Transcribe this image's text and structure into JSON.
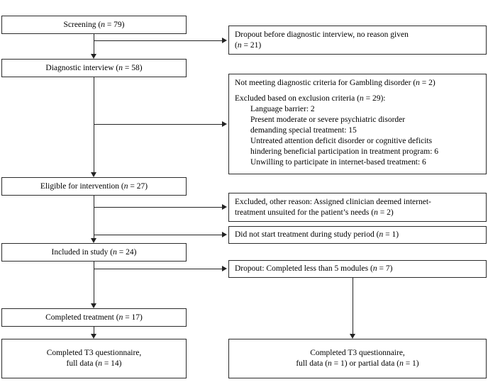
{
  "diagram": {
    "type": "consort-flow-diagram",
    "title": "",
    "colors": {
      "stroke": "#2b2b2b",
      "connector": "#232323",
      "background": "#ffffff",
      "text": "#000000"
    }
  },
  "main_flow": [
    {
      "id": "screening",
      "label": "Screening (n = 79)"
    },
    {
      "id": "diagnostic-interview",
      "label": "Diagnostic interview (n = 58)"
    },
    {
      "id": "eligible-for-intervention",
      "label": "Eligible for intervention (n = 27)"
    },
    {
      "id": "included-in-study",
      "label": "Included in study (n = 24)"
    },
    {
      "id": "completed-treatment",
      "label": "Completed treatment (n = 17)"
    }
  ],
  "outcomes": [
    {
      "id": "outcome-full-data",
      "line1": "Completed T3 questionnaire,",
      "line2": "full data (n = 14)"
    },
    {
      "id": "outcome-partial-data",
      "line1": "Completed T3 questionnaire,",
      "line2": "full data (n = 1) or partial data (n = 1)"
    }
  ],
  "exclusions": [
    {
      "id": "dropout-before-interview",
      "lines": [
        {
          "text": "Dropout before diagnostic interview, no reason given",
          "indent": false,
          "gap": false
        },
        {
          "text": "(n = 21)",
          "indent": false,
          "gap": false
        }
      ]
    },
    {
      "id": "excluded-criteria",
      "lines": [
        {
          "text": "Not meeting diagnostic criteria for Gambling disorder (n = 2)",
          "indent": false,
          "gap": false
        },
        {
          "text": "Excluded based on exclusion criteria (n = 29):",
          "indent": false,
          "gap": true
        },
        {
          "text": "Language barrier: 2",
          "indent": true,
          "gap": false
        },
        {
          "text": "Present moderate or severe psychiatric disorder",
          "indent": true,
          "gap": false
        },
        {
          "text": "demanding special treatment: 15",
          "indent": false,
          "gap": false
        },
        {
          "text": "Untreated attention deficit disorder or cognitive deficits",
          "indent": false,
          "gap": false
        },
        {
          "text": "hindering beneficial participation in treatment program: 6",
          "indent": false,
          "gap": false
        },
        {
          "text": "Unwilling to participate in internet-based treatment: 6",
          "indent": false,
          "gap": false
        }
      ]
    },
    {
      "id": "excluded-other-reason",
      "lines": [
        {
          "text": "Excluded, other reason: Assigned clinician deemed internet-",
          "indent": false,
          "gap": false
        },
        {
          "text": "treatment unsuited for the patient’s needs (n = 2)",
          "indent": false,
          "gap": false
        }
      ]
    },
    {
      "id": "did-not-start-treatment",
      "lines": [
        {
          "text": "Did not start treatment during study period (n = 1)",
          "indent": false,
          "gap": false
        }
      ]
    },
    {
      "id": "dropout-less-than-5-modules",
      "lines": [
        {
          "text": "Dropout: Completed less than 5 modules (n = 7)",
          "indent": false,
          "gap": false
        }
      ]
    }
  ],
  "counts": {
    "screening": 79,
    "diagnostic_interview": 58,
    "eligible_for_intervention": 27,
    "included_in_study": 24,
    "completed_treatment": 17,
    "dropout_before_interview": 21,
    "not_meeting_criteria": 2,
    "excluded_based_on_criteria": 29,
    "language_barrier": 2,
    "psychiatric_disorder": 15,
    "adhd_cognitive_deficits": 6,
    "unwilling_internet_treatment": 6,
    "excluded_other_reason": 2,
    "did_not_start_treatment": 1,
    "dropout_less_than_5_modules": 7,
    "t3_full_data": 14,
    "t3_dropout_full_data": 1,
    "t3_dropout_partial_data": 1
  }
}
